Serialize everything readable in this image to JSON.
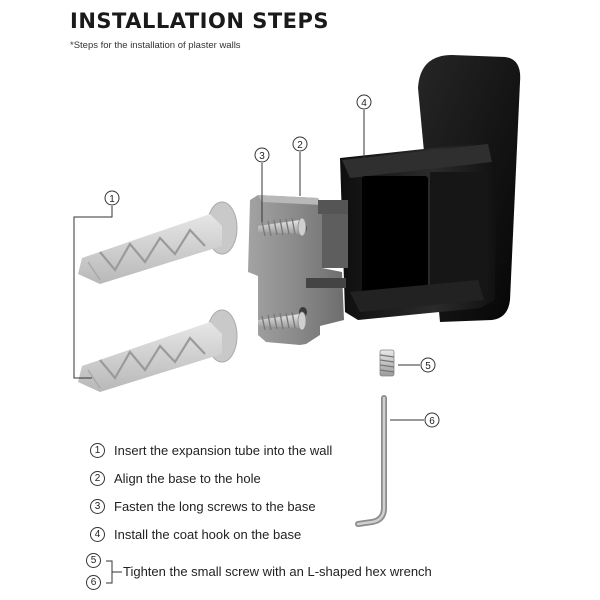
{
  "header": {
    "title": "INSTALLATION STEPS",
    "subtitle": "*Steps for the installation of plaster walls"
  },
  "callouts": {
    "c1": "1",
    "c2": "2",
    "c3": "3",
    "c4": "4",
    "c5": "5",
    "c6": "6"
  },
  "steps": [
    {
      "num": "1",
      "text": "Insert the expansion tube into the wall"
    },
    {
      "num": "2",
      "text": "Align the base to the hole"
    },
    {
      "num": "3",
      "text": "Fasten the long screws to the base"
    },
    {
      "num": "4",
      "text": "Install the coat hook on the base"
    }
  ],
  "final_step": {
    "num_a": "5",
    "num_b": "6",
    "text": "Tighten the small screw with an L-shaped hex wrench"
  },
  "colors": {
    "hook": "#1a1a1a",
    "base": "#8e8e8e",
    "anchor": "#d5d5d5",
    "wrench": "#b8b8b8"
  }
}
